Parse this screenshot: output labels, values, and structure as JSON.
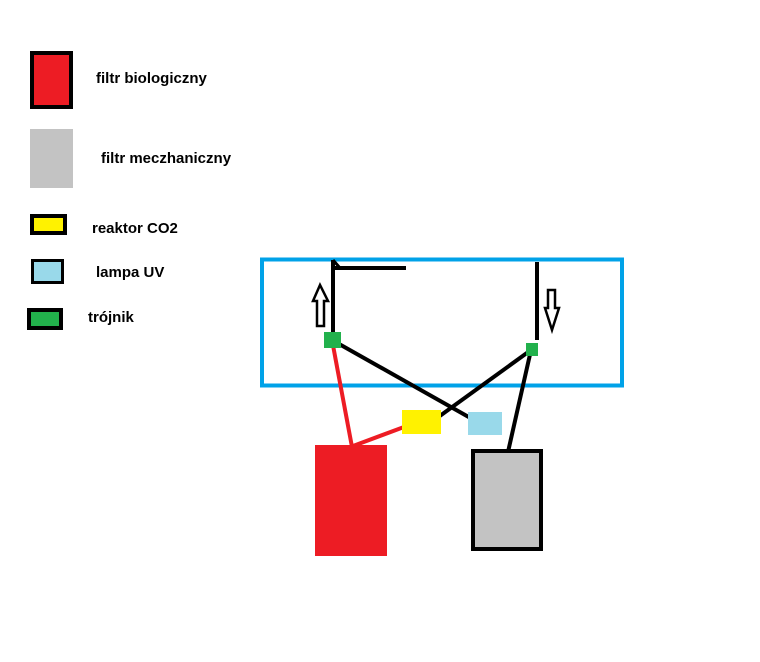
{
  "legend": [
    {
      "key": "bio",
      "label": "filtr biologiczny",
      "color": "#ed1c24",
      "border": "#000000"
    },
    {
      "key": "mech",
      "label": "filtr meczhaniczny",
      "color": "#c3c3c3",
      "border": "none"
    },
    {
      "key": "co2",
      "label": "reaktor CO2",
      "color": "#fff200",
      "border": "#000000"
    },
    {
      "key": "uv",
      "label": "lampa UV",
      "color": "#99d9ea",
      "border": "#000000"
    },
    {
      "key": "tee",
      "label": "trójnik",
      "color": "#22b14c",
      "border": "#000000"
    }
  ],
  "colors": {
    "tank_border": "#00a2e8",
    "pipe_black": "#000000",
    "pipe_red": "#ed1c24"
  }
}
